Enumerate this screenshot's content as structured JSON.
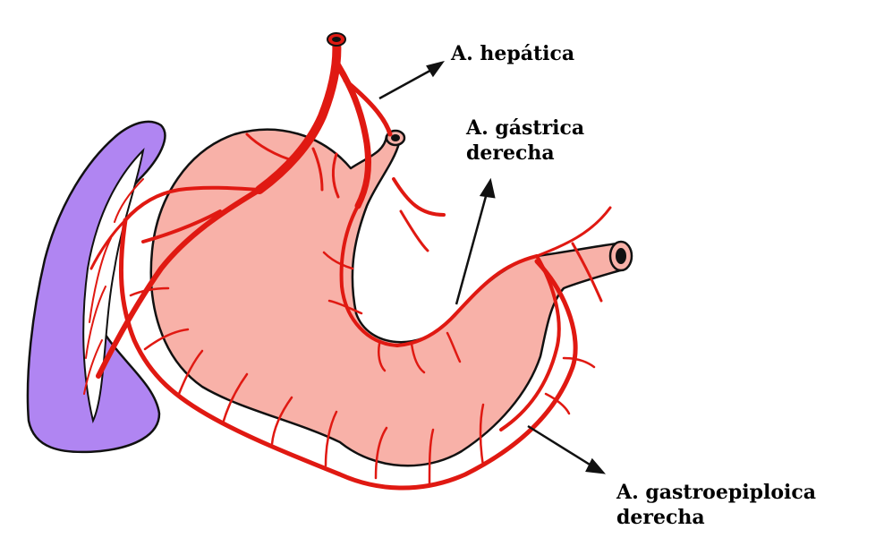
{
  "labels": {
    "hepatica": "A. hepática",
    "gastrica_line1": "A. gástrica",
    "gastrica_line2": "derecha",
    "gastroepiploica_line1": "A. gastroepiploica",
    "gastroepiploica_line2": "derecha"
  },
  "colors": {
    "stomach_fill": "#f8b1a8",
    "spleen_fill": "#b085f2",
    "artery": "#e01912",
    "outline": "#111111",
    "background": "#ffffff"
  }
}
